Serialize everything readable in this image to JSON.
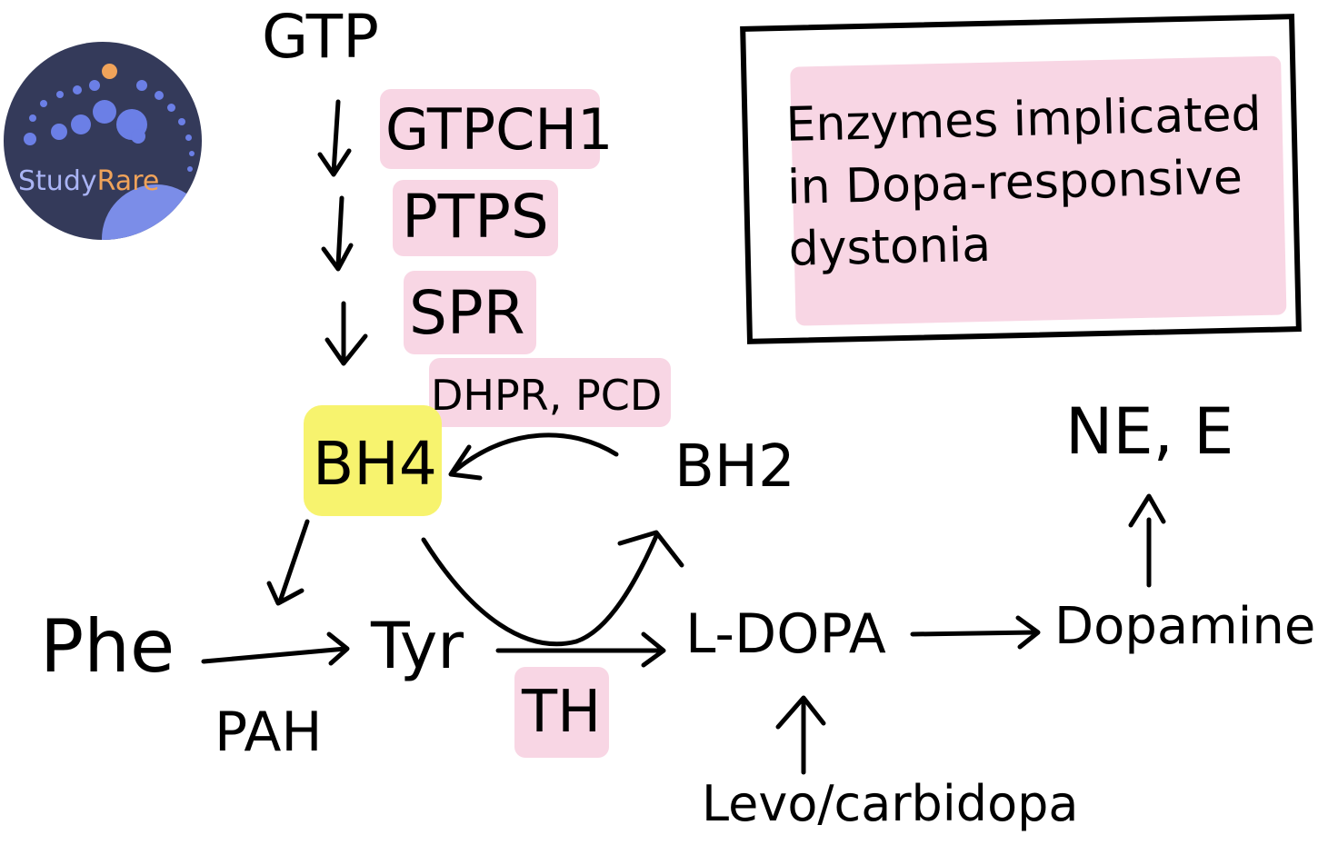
{
  "logo": {
    "word1": "Study",
    "word2": "Rare",
    "bg": "#343a5a",
    "dots": "#6b7fe6",
    "accent": "#f0a35a"
  },
  "pathway": {
    "gtp": "GTP",
    "enzymes": {
      "gtpch1": "GTPCH1",
      "ptps": "PTPS",
      "spr": "SPR",
      "dhpr_pcd": "DHPR, PCD",
      "pah": "PAH",
      "th": "TH"
    },
    "bh4": "BH4",
    "bh2": "BH2",
    "phe": "Phe",
    "tyr": "Tyr",
    "l_dopa": "L-DOPA",
    "dopamine": "Dopamine",
    "ne_e": "NE, E",
    "levo": "Levo/carbidopa"
  },
  "callout": {
    "text": "Enzymes implicated\nin Dopa-responsive\ndystonia"
  },
  "colors": {
    "enzyme_highlight": "#f8d6e4",
    "cofactor_highlight": "#f7f36e",
    "ink": "#000000"
  }
}
